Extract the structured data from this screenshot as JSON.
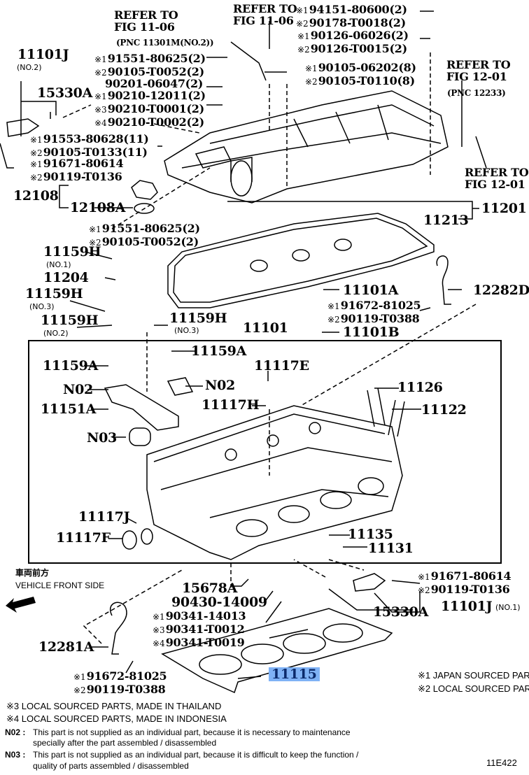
{
  "figure_code": "11E422",
  "highlighted_part": "11115",
  "highlight_color": "#7fb2f5",
  "direction": {
    "jp": "車両前方",
    "en": "VEHICLE FRONT SIDE",
    "icon": "arrow-left-icon"
  },
  "callouts": {
    "refer_fig1106_left": {
      "line1": "REFER TO",
      "line2": "FIG 11-06",
      "line3": "(PNC 11301M(NO.2))"
    },
    "refer_fig1106_top": {
      "line1": "REFER TO",
      "line2": "FIG 11-06"
    },
    "refer_fig1201_a": {
      "line1": "REFER TO",
      "line2": "FIG 12-01",
      "line3": "(PNC 12233)"
    },
    "refer_fig1201_b": {
      "line1": "REFER TO",
      "line2": "FIG 12-01"
    }
  },
  "parts": {
    "p11101J_no2": {
      "no": "11101J",
      "sub": "(NO.2)"
    },
    "p15330A_top": "15330A",
    "g_91551_top": [
      {
        "mark": "※1",
        "no": "91551-80625(2)"
      },
      {
        "mark": "※2",
        "no": "90105-T0052(2)"
      }
    ],
    "p90201": "90201-06047(2)",
    "g_90210": [
      {
        "mark": "※1",
        "no": "90210-12011(2)"
      },
      {
        "mark": "※3",
        "no": "90210-T0001(2)"
      },
      {
        "mark": "※4",
        "no": "90210-T0002(2)"
      }
    ],
    "g_91553": [
      {
        "mark": "※1",
        "no": "91553-80628(11)"
      },
      {
        "mark": "※2",
        "no": "90105-T0133(11)"
      }
    ],
    "g_91671_top": [
      {
        "mark": "※1",
        "no": "91671-80614"
      },
      {
        "mark": "※2",
        "no": "90119-T0136"
      }
    ],
    "g_94151": [
      {
        "mark": "※1",
        "no": "94151-80600(2)"
      },
      {
        "mark": "※2",
        "no": "90178-T0018(2)"
      }
    ],
    "g_90126": [
      {
        "mark": "※1",
        "no": "90126-06026(2)"
      },
      {
        "mark": "※2",
        "no": "90126-T0015(2)"
      }
    ],
    "g_90105_8": [
      {
        "mark": "※1",
        "no": "90105-06202(8)"
      },
      {
        "mark": "※2",
        "no": "90105-T0110(8)"
      }
    ],
    "p12108": "12108",
    "p12108A": "12108A",
    "p11213": "11213",
    "p11201": "11201",
    "g_91551_mid": [
      {
        "mark": "※1",
        "no": "91551-80625(2)"
      },
      {
        "mark": "※2",
        "no": "90105-T0052(2)"
      }
    ],
    "p11159H_no1": {
      "no": "11159H",
      "sub": "(NO.1)"
    },
    "p11204": "11204",
    "p11159H_no3_left": {
      "no": "11159H",
      "sub": "(NO.3)"
    },
    "p11159H_no2": {
      "no": "11159H",
      "sub": "(NO.2)"
    },
    "p11159H_no3_right": {
      "no": "11159H",
      "sub": "(NO.3)"
    },
    "p11101A": "11101A",
    "g_91672_right": [
      {
        "mark": "※1",
        "no": "91672-81025"
      },
      {
        "mark": "※2",
        "no": "90119-T0388"
      }
    ],
    "p11101B": "11101B",
    "p12282D": "12282D",
    "p11101": "11101",
    "p11159A_left": "11159A",
    "p11159A_right": "11159A",
    "pN02_left": "N02",
    "pN02_right": "N02",
    "p11151A": "11151A",
    "p11117E": "11117E",
    "p11117H": "11117H",
    "pN03": "N03",
    "p11126": "11126",
    "p11122": "11122",
    "p11117J": "11117J",
    "p11117F": "11117F",
    "p11135": "11135",
    "p11131": "11131",
    "p15678A": "15678A",
    "p90430": "90430-14009",
    "g_90341": [
      {
        "mark": "※1",
        "no": "90341-14013"
      },
      {
        "mark": "※3",
        "no": "90341-T0012"
      },
      {
        "mark": "※4",
        "no": "90341-T0019"
      }
    ],
    "p12281A": "12281A",
    "g_91672_bottom": [
      {
        "mark": "※1",
        "no": "91672-81025"
      },
      {
        "mark": "※2",
        "no": "90119-T0388"
      }
    ],
    "p11115": "11115",
    "g_91671_bottom": [
      {
        "mark": "※1",
        "no": "91671-80614"
      },
      {
        "mark": "※2",
        "no": "90119-T0136"
      }
    ],
    "p15330A_bottom": "15330A",
    "p11101J_no1": {
      "no": "11101J",
      "sub": "(NO.1)"
    }
  },
  "legend": [
    {
      "mark": "※1",
      "text": "JAPAN SOURCED PARTS"
    },
    {
      "mark": "※2",
      "text": "LOCAL SOURCED PARTS"
    },
    {
      "mark": "※3",
      "text": "LOCAL SOURCED PARTS, MADE IN THAILAND"
    },
    {
      "mark": "※4",
      "text": "LOCAL SOURCED PARTS, MADE IN INDONESIA"
    }
  ],
  "notes": [
    {
      "code": "N02 :",
      "line1": "This part is not supplied as an individual part, because it is necessary to maintenance",
      "line2": "specially after the part assembled / disassembled"
    },
    {
      "code": "N03 :",
      "line1": "This part is not supplied as an individual part, because it is difficult to keep the function /",
      "line2": "quality of parts  assembled / disassembled"
    }
  ]
}
